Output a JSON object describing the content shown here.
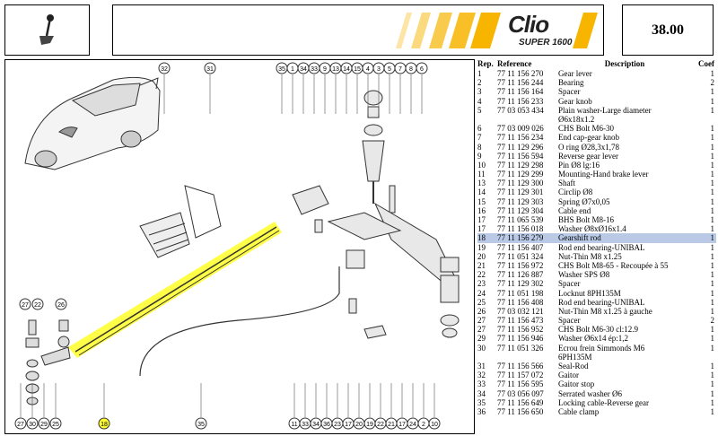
{
  "header": {
    "logo_title": "Clio",
    "logo_subtitle": "SUPER 1600",
    "page_number": "38.00",
    "accent_color": "#f7b500",
    "icon": "gear-lever-icon"
  },
  "table": {
    "headers": {
      "rep": "Rep.",
      "reference": "Reference",
      "description": "Description",
      "coef": "Coef"
    },
    "rows": [
      {
        "rep": "1",
        "ref": "77 11 156 270",
        "desc": "Gear lever",
        "coef": "1"
      },
      {
        "rep": "2",
        "ref": "77 11 156 244",
        "desc": "Bearing",
        "coef": "2"
      },
      {
        "rep": "3",
        "ref": "77 11 156 164",
        "desc": "Spacer",
        "coef": "1"
      },
      {
        "rep": "4",
        "ref": "77 11 156 233",
        "desc": "Gear knob",
        "coef": "1"
      },
      {
        "rep": "5",
        "ref": "77 03 053 434",
        "desc": "Plain washer-Large diameter",
        "coef": "1"
      },
      {
        "rep": "",
        "ref": "",
        "desc": "Ø6x18x1.2",
        "coef": ""
      },
      {
        "rep": "6",
        "ref": "77 03 009 026",
        "desc": "CHS Bolt M6-30",
        "coef": "1"
      },
      {
        "rep": "7",
        "ref": "77 11 156 234",
        "desc": "End cap-gear knob",
        "coef": "1"
      },
      {
        "rep": "8",
        "ref": "77 11 129 296",
        "desc": "O ring Ø28,3x1,78",
        "coef": "1"
      },
      {
        "rep": "9",
        "ref": "77 11 156 594",
        "desc": "Reverse gear lever",
        "coef": "1"
      },
      {
        "rep": "10",
        "ref": "77 11 129 298",
        "desc": "Pin Ø8 lg:16",
        "coef": "1"
      },
      {
        "rep": "11",
        "ref": "77 11 129 299",
        "desc": "Mounting-Hand brake lever",
        "coef": "1"
      },
      {
        "rep": "13",
        "ref": "77 11 129 300",
        "desc": "Shaft",
        "coef": "1"
      },
      {
        "rep": "14",
        "ref": "77 11 129 301",
        "desc": "Circlip Ø8",
        "coef": "1"
      },
      {
        "rep": "15",
        "ref": "77 11 129 303",
        "desc": "Spring Ø7x0,05",
        "coef": "1"
      },
      {
        "rep": "16",
        "ref": "77 11 129 304",
        "desc": "Cable end",
        "coef": "1"
      },
      {
        "rep": "17",
        "ref": "77 11 065 539",
        "desc": "BHS Bolt M8-16",
        "coef": "1"
      },
      {
        "rep": "17",
        "ref": "77 11 156 018",
        "desc": "Washer Ø8xØ16x1.4",
        "coef": "1"
      },
      {
        "rep": "18",
        "ref": "77 11 156 279",
        "desc": "Gearshift rod",
        "coef": "1",
        "highlight": true
      },
      {
        "rep": "19",
        "ref": "77 11 156 407",
        "desc": "Rod end bearing-UNIBAL",
        "coef": "1"
      },
      {
        "rep": "20",
        "ref": "77 11 051 324",
        "desc": "Nut-Thin M8 x1.25",
        "coef": "1"
      },
      {
        "rep": "21",
        "ref": "77 11 156 972",
        "desc": "CHS Bolt M8-65 - Recoupée à 55",
        "coef": "1"
      },
      {
        "rep": "22",
        "ref": "77 11 126 887",
        "desc": "Washer SPS Ø8",
        "coef": "1"
      },
      {
        "rep": "23",
        "ref": "77 11 129 302",
        "desc": "Spacer",
        "coef": "1"
      },
      {
        "rep": "24",
        "ref": "77 11 051 198",
        "desc": "Locknut 8PH135M",
        "coef": "1"
      },
      {
        "rep": "25",
        "ref": "77 11 156 408",
        "desc": "Rod end bearing-UNIBAL",
        "coef": "1"
      },
      {
        "rep": "26",
        "ref": "77 03 032 121",
        "desc": "Nut-Thin M8 x1.25 à gauche",
        "coef": "1"
      },
      {
        "rep": "27",
        "ref": "77 11 156 473",
        "desc": "Spacer",
        "coef": "2"
      },
      {
        "rep": "27",
        "ref": "77 11 156 952",
        "desc": "CHS Bolt M6-30 cl:12.9",
        "coef": "1"
      },
      {
        "rep": "29",
        "ref": "77 11 156 946",
        "desc": "Washer Ø6x14 ép:1,2",
        "coef": "1"
      },
      {
        "rep": "30",
        "ref": "77 11 051 326",
        "desc": "Ecrou frein Simmonds M6",
        "coef": "1"
      },
      {
        "rep": "",
        "ref": "",
        "desc": "6PH135M",
        "coef": ""
      },
      {
        "rep": "31",
        "ref": "77 11 156 566",
        "desc": "Seal-Rod",
        "coef": "1"
      },
      {
        "rep": "32",
        "ref": "77 11 157 072",
        "desc": "Gaitor",
        "coef": "1"
      },
      {
        "rep": "33",
        "ref": "77 11 156 595",
        "desc": "Gaitor stop",
        "coef": "1"
      },
      {
        "rep": "34",
        "ref": "77 03 056 097",
        "desc": "Serrated washer Ø6",
        "coef": "1"
      },
      {
        "rep": "35",
        "ref": "77 11 156 649",
        "desc": "Locking cable-Reverse gear",
        "coef": "1"
      },
      {
        "rep": "36",
        "ref": "77 11 156 650",
        "desc": "Cable clamp",
        "coef": "1"
      }
    ]
  },
  "diagram": {
    "callouts_top": [
      "32",
      "31",
      "35",
      "1",
      "34",
      "33",
      "9",
      "13",
      "14",
      "15",
      "4",
      "3",
      "5",
      "7",
      "8",
      "6"
    ],
    "callouts_left": [
      "27",
      "22",
      "26"
    ],
    "callouts_bottom": [
      "27",
      "30",
      "29",
      "25",
      "18",
      "35",
      "11",
      "33",
      "34",
      "36",
      "23",
      "17",
      "20",
      "19",
      "22",
      "21",
      "17",
      "24",
      "2",
      "10"
    ],
    "highlight_color": "#ffff33"
  }
}
